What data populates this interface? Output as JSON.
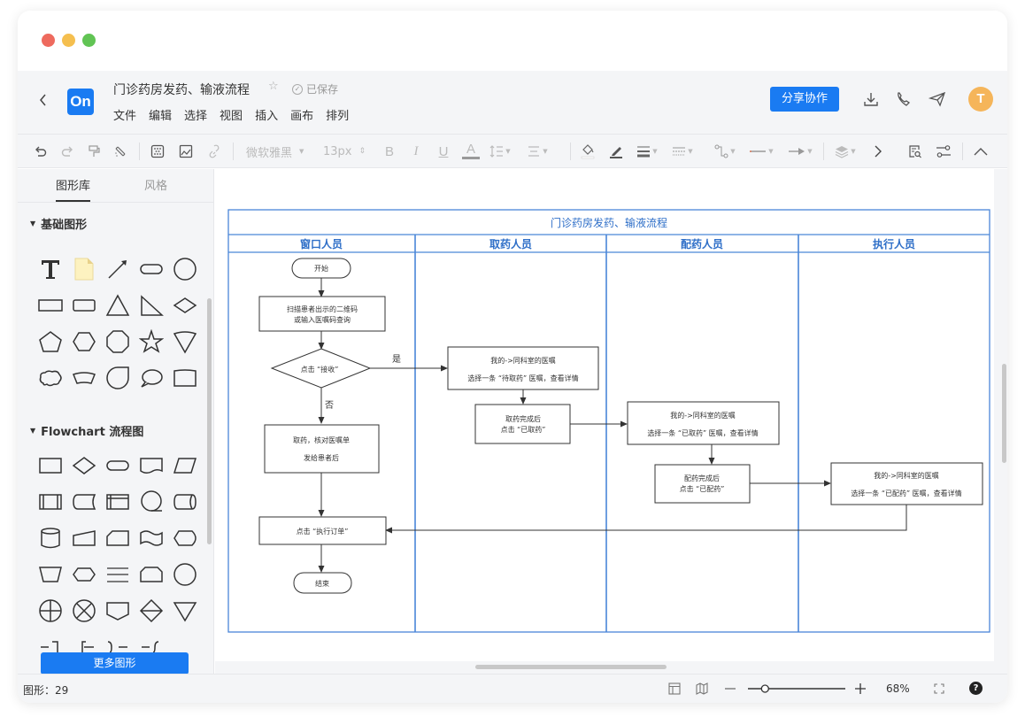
{
  "window": {
    "traffic_lights": {
      "close": "#ee6a5e",
      "minimize": "#f5bf4f",
      "maximize": "#61c454"
    }
  },
  "header": {
    "logo_text": "On",
    "doc_title": "门诊药房发药、输液流程",
    "saved_status": "已保存",
    "menu": [
      "文件",
      "编辑",
      "选择",
      "视图",
      "插入",
      "画布",
      "排列"
    ],
    "share_label": "分享协作",
    "avatar_letter": "T",
    "brand_color": "#1a7bf2",
    "avatar_color": "#f5b55a"
  },
  "toolbar": {
    "font_family": "微软雅黑",
    "font_size": "13px",
    "bold": "B",
    "italic": "I",
    "underline": "U",
    "font_color": "A"
  },
  "sidebar": {
    "tabs": [
      "图形库",
      "风格"
    ],
    "sections": [
      {
        "title": "基础图形"
      },
      {
        "title": "Flowchart 流程图"
      }
    ],
    "more_shapes_label": "更多图形"
  },
  "diagram": {
    "title": "门诊药房发药、输液流程",
    "lanes": [
      "窗口人员",
      "取药人员",
      "配药人员",
      "执行人员"
    ],
    "lane_color": "#4a86d8",
    "nodes": {
      "start": "开始",
      "scan": [
        "扫描患者出示的二维码",
        "或输入医嘱码查询"
      ],
      "decision": "点击 “接收”",
      "take_check": [
        "取药，核对医嘱单",
        "发给患者后"
      ],
      "execute": "点击 “执行订单”",
      "end": "结束",
      "pickup_order": [
        "我的->同科室的医嘱",
        "选择一条 “待取药” 医嘱，查看详情"
      ],
      "pickup_done": [
        "取药完成后",
        "点击 “已取药”"
      ],
      "dispense_order": [
        "我的->同科室的医嘱",
        "选择一条 “已取药” 医嘱，查看详情"
      ],
      "dispense_done": [
        "配药完成后",
        "点击 “已配药”"
      ],
      "exec_order": [
        "我的->同科室的医嘱",
        "选择一条 “已配药” 医嘱，查看详情"
      ]
    },
    "edge_labels": {
      "yes": "是",
      "no": "否"
    }
  },
  "statusbar": {
    "shape_count": "图形：29",
    "zoom_level": "68%",
    "zoom_fraction": 0.15,
    "help": "?"
  }
}
